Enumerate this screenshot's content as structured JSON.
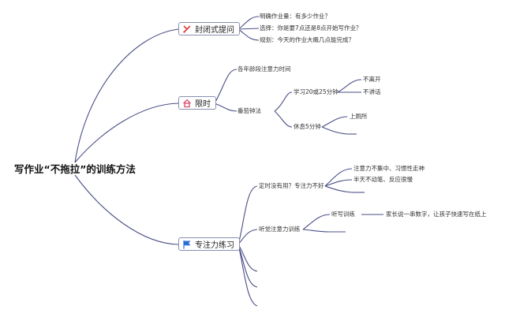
{
  "root": "写作业“不拖拉”的训练方法",
  "colors": {
    "line": "#4a4f86",
    "node_border": "#8a8fb0"
  },
  "topics": [
    {
      "label": "封闭式提问",
      "icon": "scissors-pencil-icon",
      "children": [
        {
          "label": "明确作业量：有多少作业？"
        },
        {
          "label": "选择：你是要7点还是8点开始写作业？"
        },
        {
          "label": "规划：今天的作业大概几点能完成？"
        }
      ]
    },
    {
      "label": "限时",
      "icon": "home-icon",
      "children": [
        {
          "label": "各年龄段注意力时间"
        },
        {
          "label": "番茄钟法",
          "children": [
            {
              "label": "学习20或25分钟",
              "children": [
                {
                  "label": "不离开"
                },
                {
                  "label": "不讲话"
                }
              ]
            },
            {
              "label": "休息5分钟",
              "children": [
                {
                  "label": "上厕所"
                },
                {
                  "label": ""
                }
              ]
            }
          ]
        }
      ]
    },
    {
      "label": "专注力练习",
      "icon": "flag-icon",
      "children": [
        {
          "label": "定时没有用？专注力不好",
          "children": [
            {
              "label": "注意力不集中、习惯性走神"
            },
            {
              "label": "半天不动笔、反应很慢"
            },
            {
              "label": ""
            }
          ]
        },
        {
          "label": "听觉注意力训练",
          "children": [
            {
              "label": "听写训练",
              "children": [
                {
                  "label": "家长说一串数字，让孩子快速写在纸上"
                }
              ]
            },
            {
              "label": ""
            }
          ]
        },
        {
          "label": ""
        },
        {
          "label": ""
        },
        {
          "label": ""
        }
      ]
    }
  ]
}
